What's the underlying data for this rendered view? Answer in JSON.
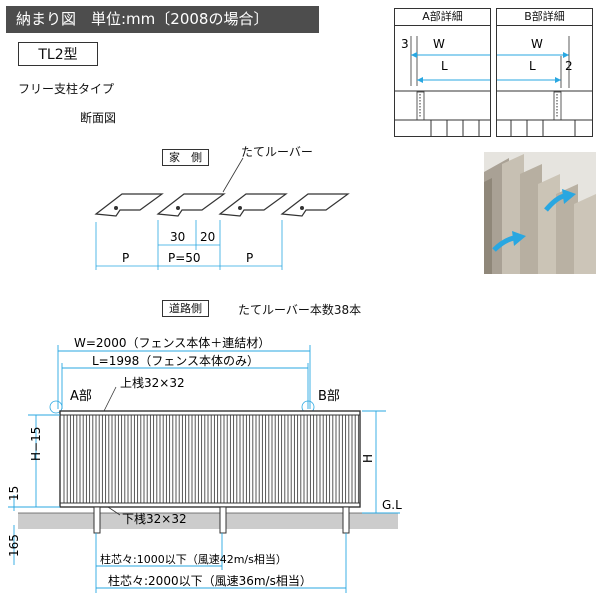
{
  "header": {
    "title": "納まり図　単位:mm〔2008の場合〕",
    "model": "TL2型"
  },
  "labels": {
    "support_type": "フリー支柱タイプ",
    "section": "断面図",
    "house_side": "家　側",
    "louver_callout": "たてルーバー",
    "road_side": "道路側",
    "louver_count": "たてルーバー本数38本"
  },
  "details": {
    "a": {
      "title": "A部詳細",
      "dim_gap": "3",
      "dim_w": "W",
      "dim_l": "L"
    },
    "b": {
      "title": "B部詳細",
      "dim_w": "W",
      "dim_l": "L",
      "dim_gap": "2"
    }
  },
  "section_dims": {
    "p_left": "P",
    "p_eq": "P=50",
    "p_right": "P",
    "d30": "30",
    "d20": "20"
  },
  "elevation": {
    "w_dim": "W=2000（フェンス本体＋連結材）",
    "l_dim": "L=1998（フェンス本体のみ）",
    "part_a": "A部",
    "part_b": "B部",
    "top_rail": "上桟32×32",
    "bottom_rail": "下桟32×32",
    "h_minus": "H−15",
    "h": "H",
    "d15": "15",
    "d165": "165",
    "gl": "G.L",
    "post1": "柱芯々:1000以下（風速42m/s相当）",
    "post2": "柱芯々:2000以下（風速36m/s相当）"
  },
  "colors": {
    "header_bg": "#4d4d4d",
    "arrow": "#29a7e1",
    "photo_panel": "#b9b2a4"
  }
}
